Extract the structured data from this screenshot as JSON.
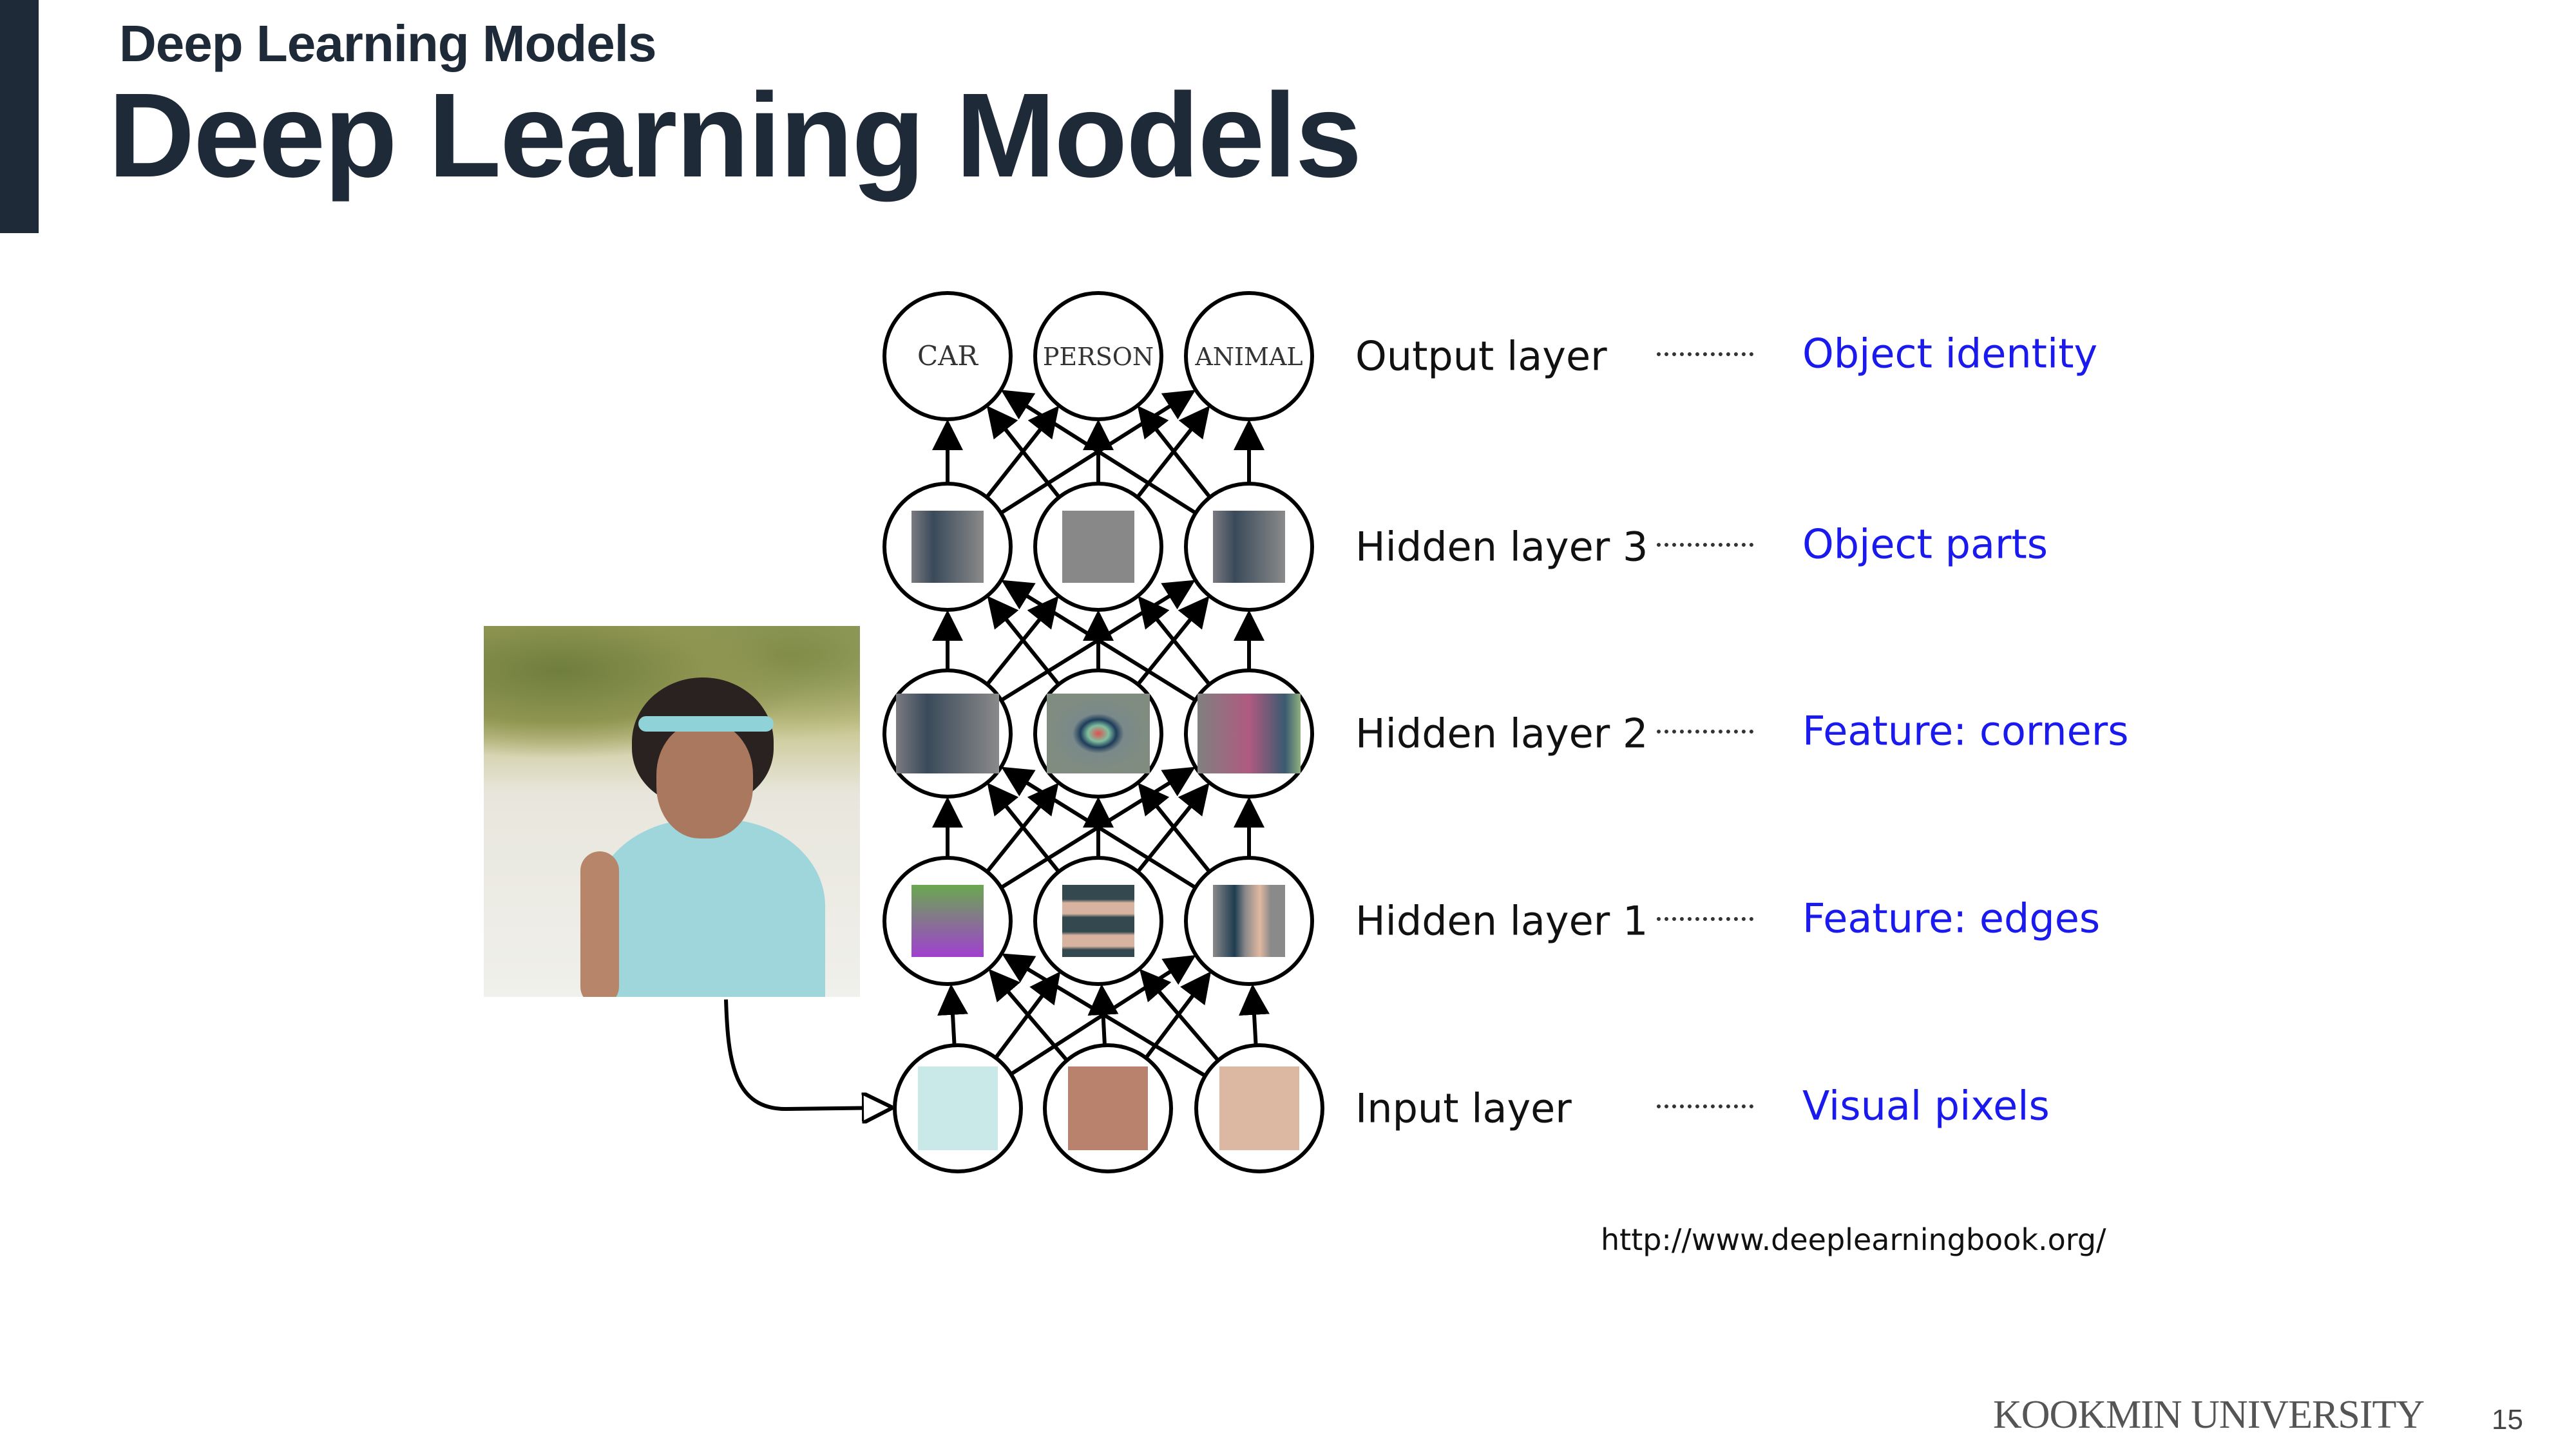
{
  "header": {
    "small_title": "Deep Learning Models",
    "title": "Deep Learning Models"
  },
  "diagram": {
    "output_nodes": [
      "CAR",
      "PERSON",
      "ANIMAL"
    ],
    "layers": [
      {
        "name": "Output layer",
        "description": "Object identity"
      },
      {
        "name": "Hidden layer 3",
        "description": "Object parts"
      },
      {
        "name": "Hidden layer 2",
        "description": "Feature: corners"
      },
      {
        "name": "Hidden layer 1",
        "description": "Feature: edges"
      },
      {
        "name": "Input layer",
        "description": "Visual pixels"
      }
    ],
    "input_pixel_colors": [
      "#c9e8e8",
      "#b8826c",
      "#dcb8a2"
    ]
  },
  "source_url": "http://www.deeplearningbook.org/",
  "footer": {
    "university": "KOOKMIN UNIVERSITY",
    "page": "15"
  }
}
